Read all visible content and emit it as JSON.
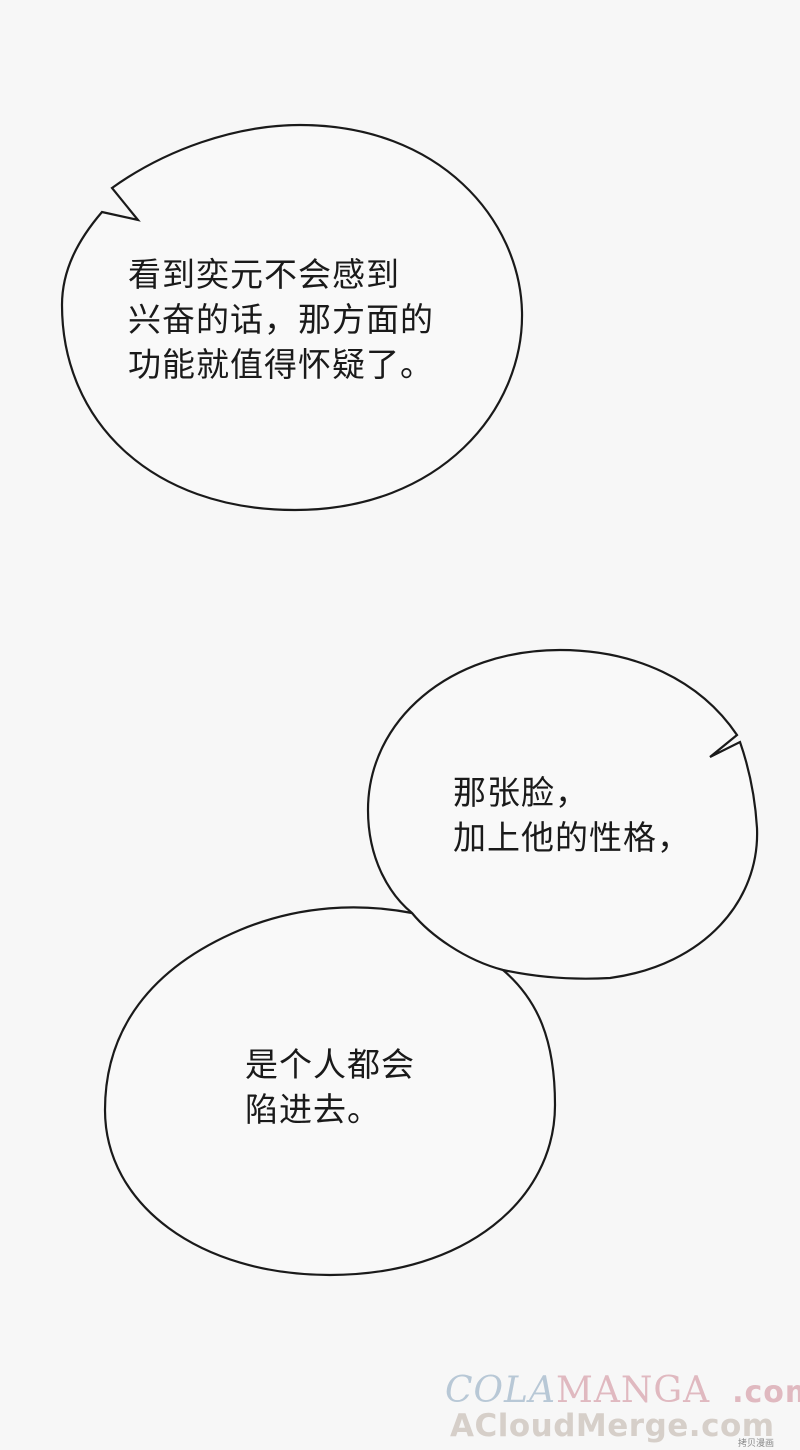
{
  "bubbles": [
    {
      "lines": [
        "看到奕元不会感到",
        "兴奋的话，那方面的",
        "功能就值得怀疑了。"
      ]
    },
    {
      "lines": [
        "那张脸，",
        "加上他的性格，"
      ]
    },
    {
      "lines": [
        "是个人都会",
        "陷进去。"
      ]
    }
  ],
  "watermark": {
    "cola": "COLA",
    "manga": "MANGA",
    "com": ".com",
    "line2": "ACloudMerge.com",
    "tiny": "拷贝漫画"
  },
  "colors": {
    "background": "#f7f7f7",
    "bubble_fill": "#f9f9f9",
    "bubble_stroke": "#1a1a1a",
    "text": "#1a1a1a"
  }
}
